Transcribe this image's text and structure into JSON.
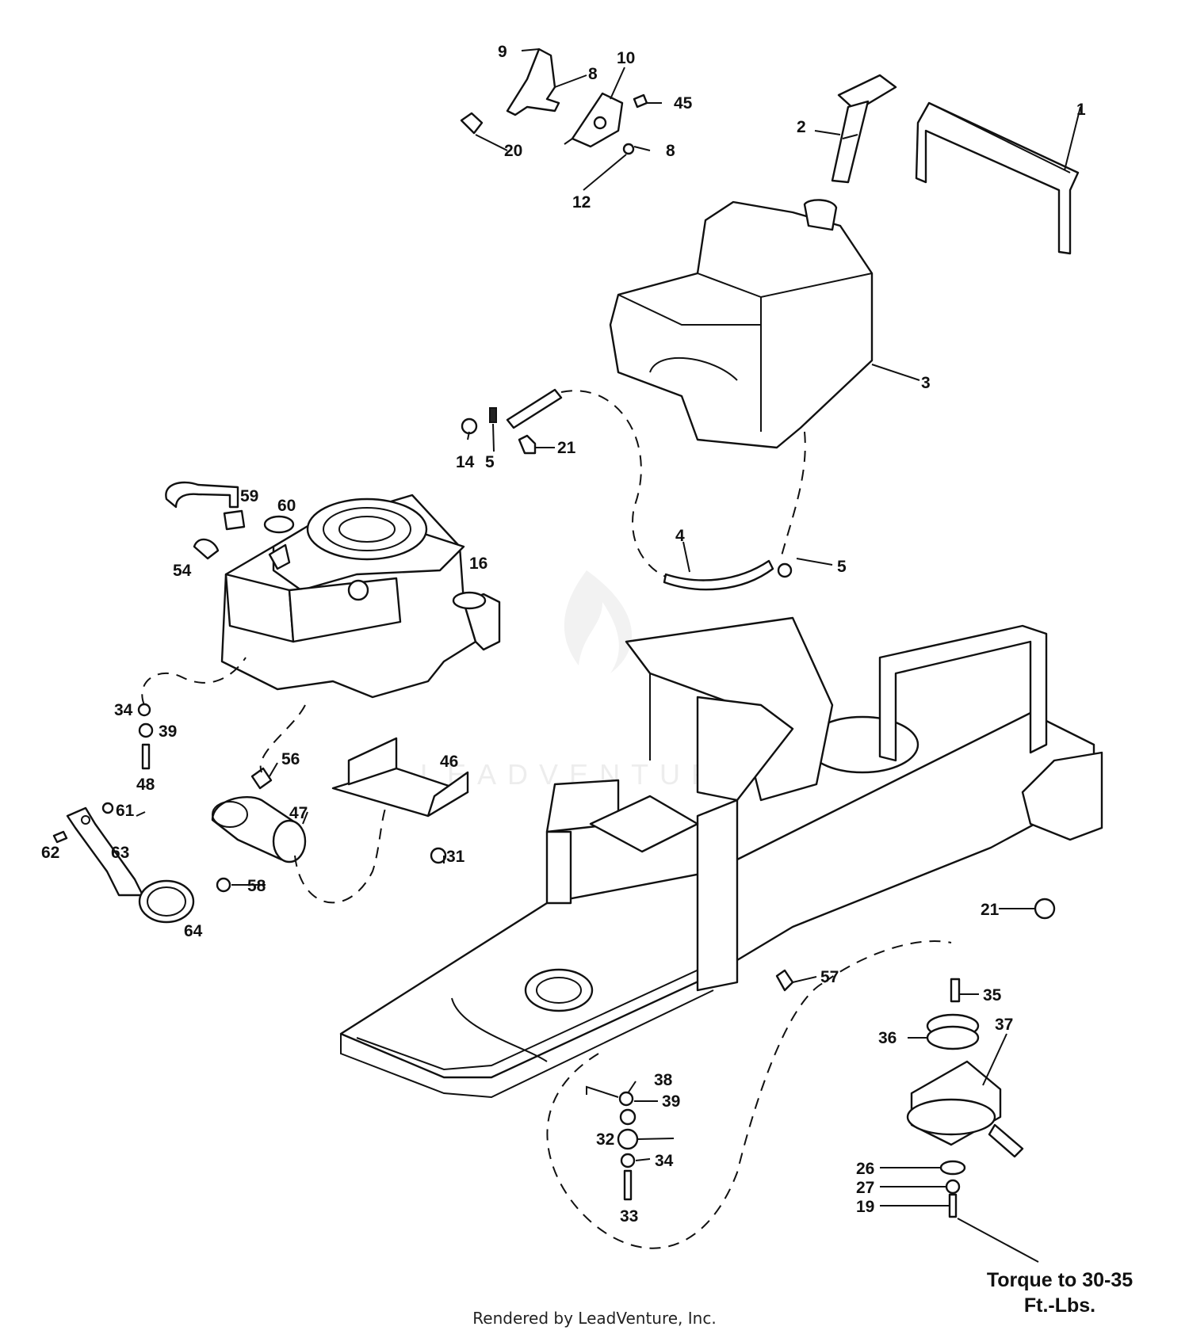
{
  "diagram": {
    "callouts": [
      "1",
      "2",
      "3",
      "4",
      "5",
      "5",
      "8",
      "8",
      "9",
      "10",
      "12",
      "14",
      "16",
      "19",
      "20",
      "21",
      "21",
      "26",
      "27",
      "31",
      "32",
      "33",
      "34",
      "34",
      "35",
      "36",
      "37",
      "38",
      "39",
      "39",
      "45",
      "46",
      "47",
      "48",
      "54",
      "56",
      "57",
      "58",
      "59",
      "60",
      "61",
      "62",
      "63",
      "64"
    ],
    "torque_note_line1": "Torque to 30-35",
    "torque_note_line2": "Ft.-Lbs.",
    "watermark": "LEADVENTURE",
    "footer": "Rendered by LeadVenture, Inc."
  }
}
